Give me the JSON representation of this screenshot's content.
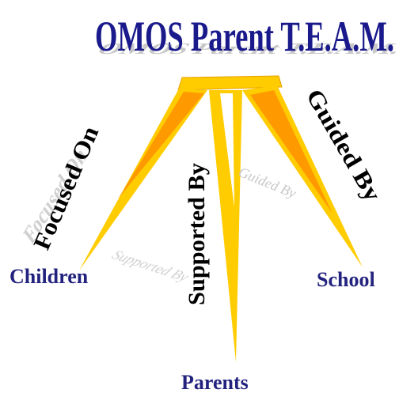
{
  "title": "OMOS Parent T.E.A.M.",
  "legs": {
    "left_label": "Focused On",
    "middle_label": "Supported By",
    "right_label": "Guided By"
  },
  "endpoints": {
    "left": "Children",
    "middle": "Parents",
    "right": "School"
  },
  "colors": {
    "title": "#1A1A8C",
    "endpoint_text": "#23237F",
    "leg_yellow": "#FFCC00",
    "leg_orange": "#FF9900",
    "leg_text": "#000000",
    "shadow_text": "#BBBBBB"
  }
}
